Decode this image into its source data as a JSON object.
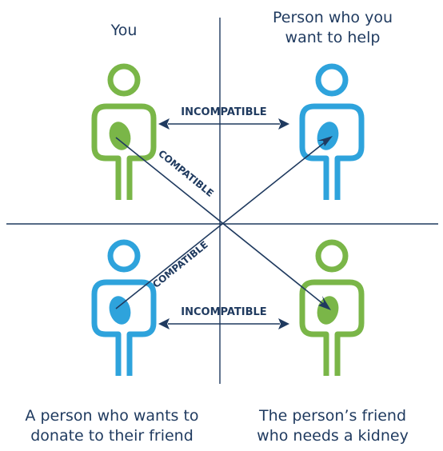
{
  "labels": {
    "top_left": "You",
    "top_right": [
      "Person who you",
      "want to help"
    ],
    "bottom_left": [
      "A person who wants to",
      "donate to their friend"
    ],
    "bottom_right": [
      "The person’s friend",
      "who needs a kidney"
    ]
  },
  "links": {
    "top_incompatible": "INCOMPATIBLE",
    "bottom_incompatible": "INCOMPATIBLE",
    "compatible_upper": "COMPATIBLE",
    "compatible_lower": "COMPATIBLE"
  },
  "colors": {
    "green": "#7ab648",
    "blue": "#2ea3dc",
    "navy": "#1f3a5f"
  },
  "figures": {
    "top_left": "green",
    "top_right": "blue",
    "bottom_left": "blue",
    "bottom_right": "green"
  }
}
